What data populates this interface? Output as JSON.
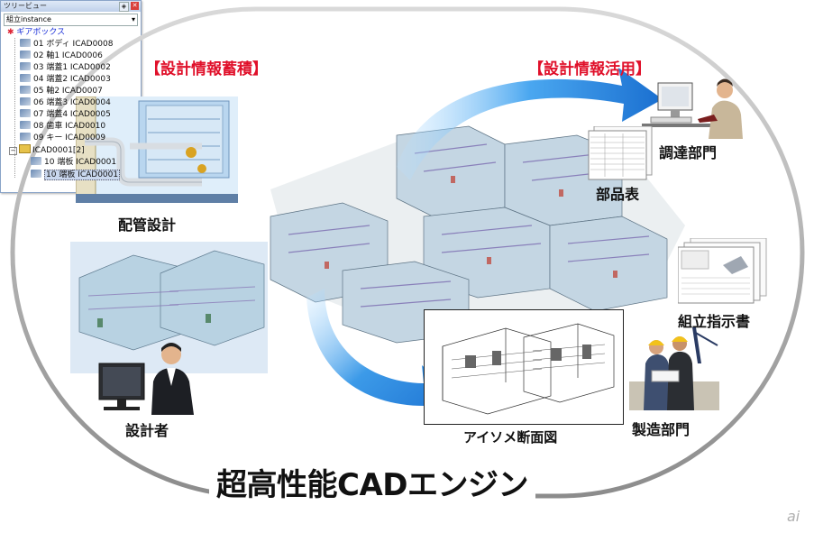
{
  "labels": {
    "storage": "【設計情報蓄積】",
    "usage": "【設計情報活用】",
    "piping": "配管設計",
    "designer": "設計者",
    "procurement": "調達部門",
    "parts_list": "部品表",
    "assembly": "組立指示書",
    "manufacturing": "製造部門",
    "iso_section": "アイソメ断面図",
    "engine": "超高性能CADエンジン",
    "watermark": "ai"
  },
  "tree": {
    "title": "ツリービュー",
    "selector": "組立instance",
    "root": "ギアボックス",
    "items": [
      "01 ボディ ICAD0008",
      "02 軸1 ICAD0006",
      "03 端蓋1 ICAD0002",
      "04 端蓋2 ICAD0003",
      "05 軸2 ICAD0007",
      "06 端蓋3 ICAD0004",
      "07 端蓋4 ICAD0005",
      "08 歯車 ICAD0010",
      "09 キー ICAD0009",
      "ICAD0001[2]",
      "10 端板 ICAD0001",
      "10 端板 ICAD0001"
    ]
  },
  "colors": {
    "accent_red": "#e0102a",
    "arrow_blue": "#1f7fd6",
    "oval_border": "#9a9a9a"
  }
}
